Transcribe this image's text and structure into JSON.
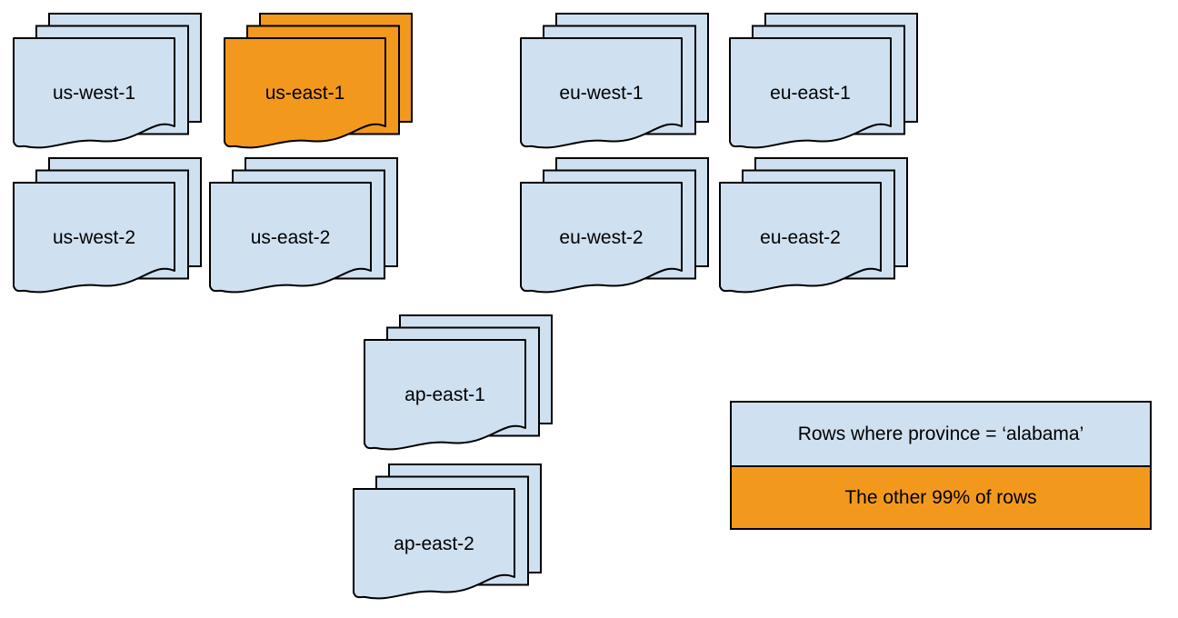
{
  "stacks": [
    {
      "id": "us-west-1",
      "label": "us-west-1",
      "variant": "default"
    },
    {
      "id": "us-east-1",
      "label": "us-east-1",
      "variant": "highlighted"
    },
    {
      "id": "eu-west-1",
      "label": "eu-west-1",
      "variant": "default"
    },
    {
      "id": "eu-east-1",
      "label": "eu-east-1",
      "variant": "default"
    },
    {
      "id": "us-west-2",
      "label": "us-west-2",
      "variant": "default"
    },
    {
      "id": "us-east-2",
      "label": "us-east-2",
      "variant": "default"
    },
    {
      "id": "eu-west-2",
      "label": "eu-west-2",
      "variant": "default"
    },
    {
      "id": "eu-east-2",
      "label": "eu-east-2",
      "variant": "default"
    },
    {
      "id": "ap-east-1",
      "label": "ap-east-1",
      "variant": "default"
    },
    {
      "id": "ap-east-2",
      "label": "ap-east-2",
      "variant": "default"
    }
  ],
  "legend": {
    "rows": [
      {
        "label": "Rows where province = ‘alabama’",
        "variant": "default"
      },
      {
        "label": "The other 99% of rows",
        "variant": "highlighted"
      }
    ]
  },
  "colors": {
    "default_fill": "#cfe0f1",
    "highlight_fill": "#f2991d",
    "stroke": "#000000",
    "background": "#ffffff"
  }
}
